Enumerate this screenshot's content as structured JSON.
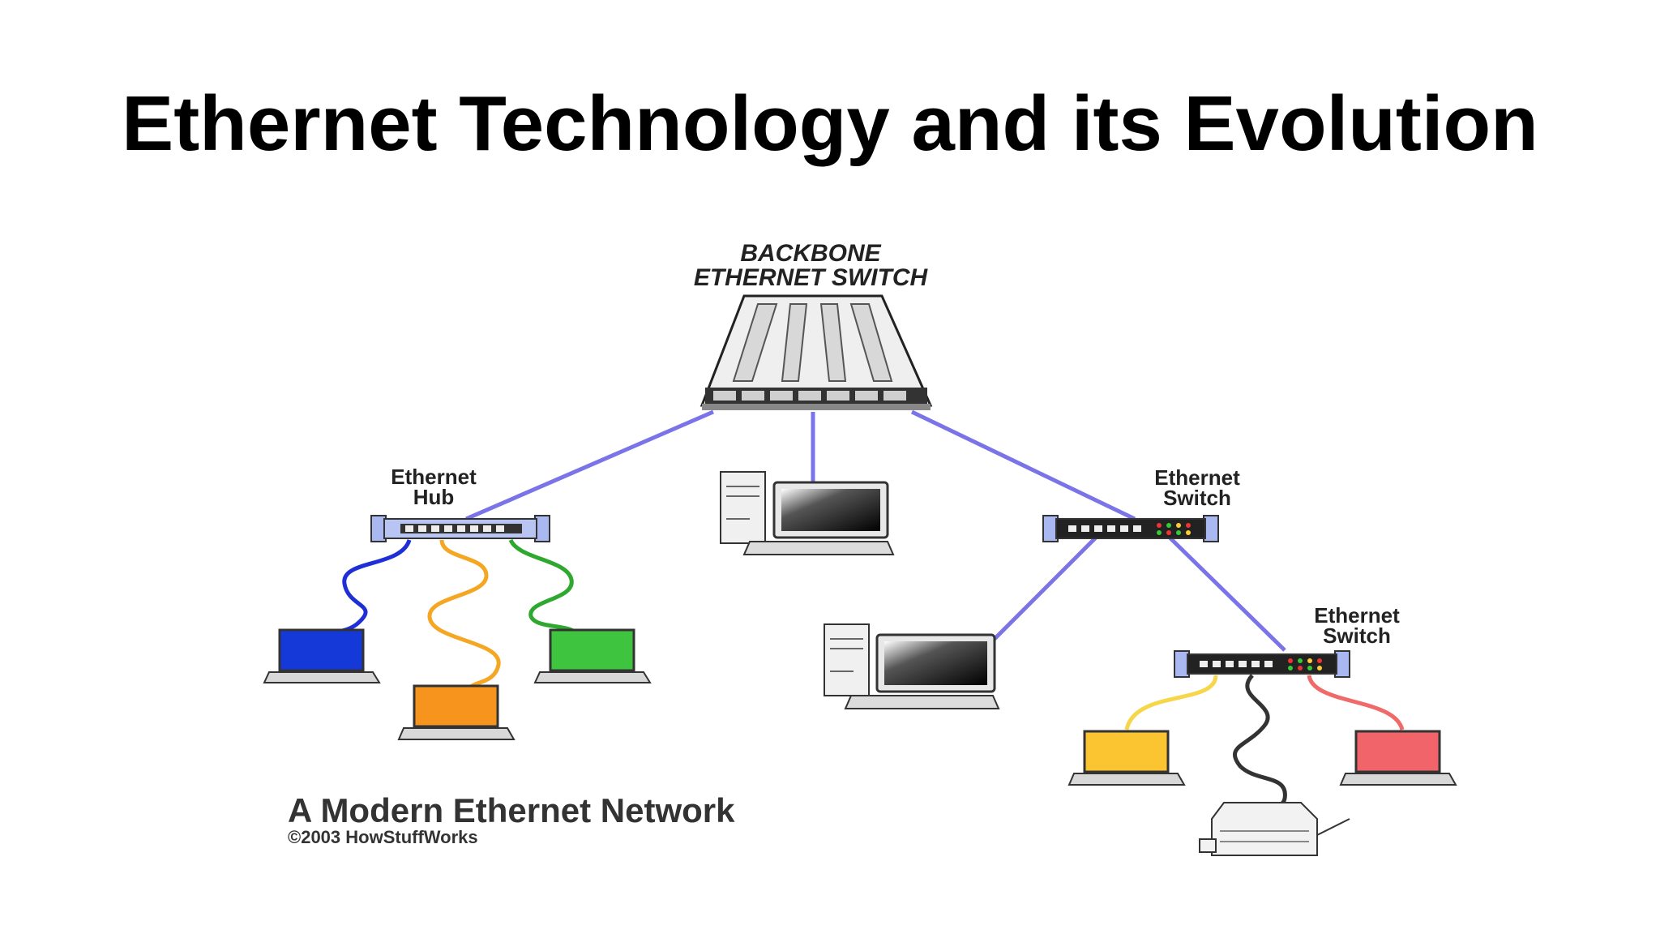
{
  "slide": {
    "title": "Ethernet Technology and its Evolution"
  },
  "diagram": {
    "backbone_label_line1": "BACKBONE",
    "backbone_label_line2": "ETHERNET SWITCH",
    "hub_label_line1": "Ethernet",
    "hub_label_line2": "Hub",
    "switch1_label_line1": "Ethernet",
    "switch1_label_line2": "Switch",
    "switch2_label_line1": "Ethernet",
    "switch2_label_line2": "Switch",
    "caption": "A Modern Ethernet Network",
    "copyright": "©2003 HowStuffWorks"
  },
  "colors": {
    "link": "#7b74e8",
    "cable_blue": "#1f2fd6",
    "cable_orange": "#f5a623",
    "cable_green": "#2ea82e",
    "cable_yellow": "#f6d64a",
    "cable_red": "#f06a6a",
    "cable_black": "#333333",
    "laptop_blue": "#1538d8",
    "laptop_orange": "#f7941d",
    "laptop_green": "#3fc43f",
    "laptop_yellow": "#fbc531",
    "laptop_red": "#f0646a"
  }
}
